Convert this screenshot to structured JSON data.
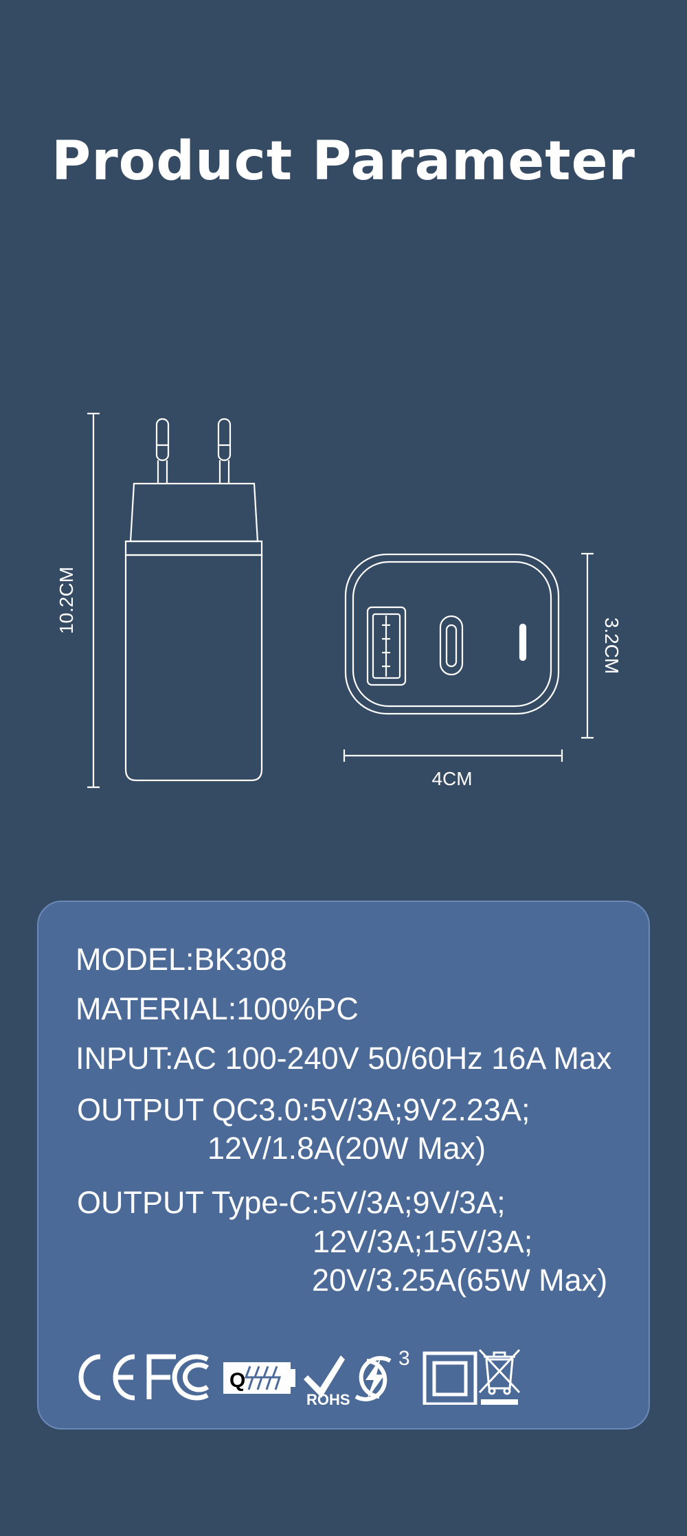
{
  "page": {
    "title": "Product Parameter"
  },
  "dimensions": {
    "height_label": "10.2CM",
    "depth_label": "3.2CM",
    "width_label": "4CM"
  },
  "specs": {
    "model": "MODEL:BK308",
    "material": "MATERIAL:100%PC",
    "input": "INPUT:AC 100-240V 50/60Hz 16A Max",
    "output_qc_line1": "OUTPUT QC3.0:5V/3A;9V2.23A;",
    "output_qc_line2": "12V/1.8A(20W Max)",
    "output_typec_line1": "OUTPUT Type-C:5V/3A;9V/3A;",
    "output_typec_line2": "12V/3A;15V/3A;",
    "output_typec_line3": "20V/3.25A(65W Max)"
  },
  "certifications": {
    "q_badge_letter": "Q",
    "rohs_label": "ROHS",
    "qc_superscript": "3",
    "icons": [
      "ce-mark",
      "fcc-mark",
      "quick-charge-badge",
      "rohs-check",
      "qc3-bolt",
      "class-ii-double-square",
      "weee-crossed-bin"
    ]
  },
  "colors": {
    "background": "#354a63",
    "card": "#4b6a98",
    "line": "#ffffff"
  }
}
